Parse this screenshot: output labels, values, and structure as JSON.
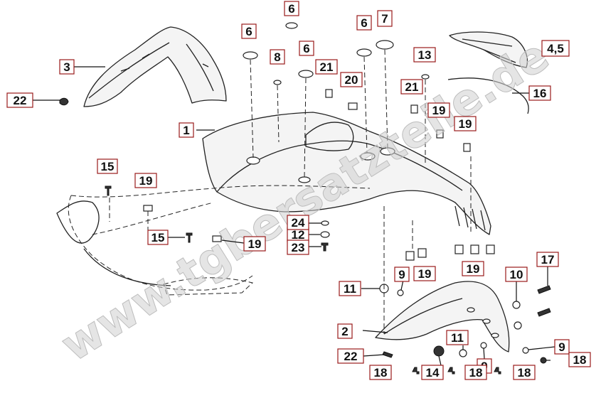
{
  "watermark": "www.tgbersatzteile.de",
  "callouts": [
    {
      "id": "c1",
      "label": "1"
    },
    {
      "id": "c2",
      "label": "2"
    },
    {
      "id": "c3",
      "label": "3"
    },
    {
      "id": "c45",
      "label": "4,5"
    },
    {
      "id": "c6a",
      "label": "6"
    },
    {
      "id": "c6b",
      "label": "6"
    },
    {
      "id": "c6c",
      "label": "6"
    },
    {
      "id": "c6d",
      "label": "6"
    },
    {
      "id": "c7",
      "label": "7"
    },
    {
      "id": "c8",
      "label": "8"
    },
    {
      "id": "c9a",
      "label": "9"
    },
    {
      "id": "c9b",
      "label": "9"
    },
    {
      "id": "c9c",
      "label": "9"
    },
    {
      "id": "c10",
      "label": "10"
    },
    {
      "id": "c11a",
      "label": "11"
    },
    {
      "id": "c11b",
      "label": "11"
    },
    {
      "id": "c12",
      "label": "12"
    },
    {
      "id": "c13",
      "label": "13"
    },
    {
      "id": "c14",
      "label": "14"
    },
    {
      "id": "c15a",
      "label": "15"
    },
    {
      "id": "c15b",
      "label": "15"
    },
    {
      "id": "c16",
      "label": "16"
    },
    {
      "id": "c17",
      "label": "17"
    },
    {
      "id": "c18a",
      "label": "18"
    },
    {
      "id": "c18b",
      "label": "18"
    },
    {
      "id": "c18c",
      "label": "18"
    },
    {
      "id": "c18d",
      "label": "18"
    },
    {
      "id": "c19a",
      "label": "19"
    },
    {
      "id": "c19b",
      "label": "19"
    },
    {
      "id": "c19c",
      "label": "19"
    },
    {
      "id": "c19d",
      "label": "19"
    },
    {
      "id": "c19e",
      "label": "19"
    },
    {
      "id": "c19f",
      "label": "19"
    },
    {
      "id": "c20",
      "label": "20"
    },
    {
      "id": "c21a",
      "label": "21"
    },
    {
      "id": "c21b",
      "label": "21"
    },
    {
      "id": "c22a",
      "label": "22"
    },
    {
      "id": "c22b",
      "label": "22"
    },
    {
      "id": "c23",
      "label": "23"
    },
    {
      "id": "c24",
      "label": "24"
    }
  ]
}
